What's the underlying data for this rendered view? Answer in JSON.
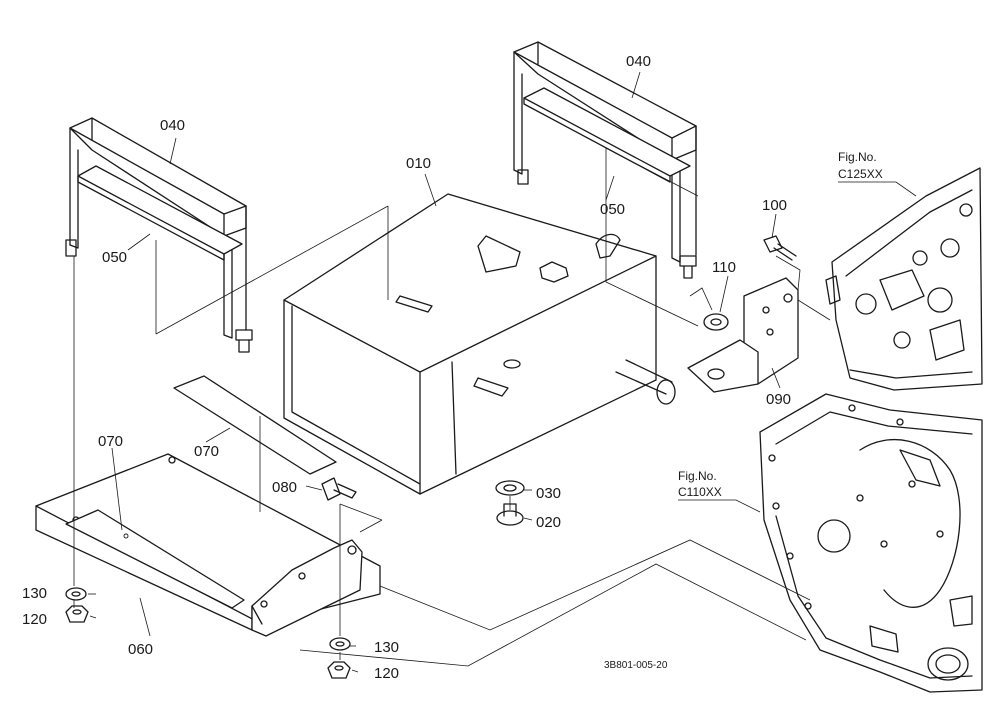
{
  "labels": {
    "p010": "010",
    "p020": "020",
    "p030": "030",
    "p040a": "040",
    "p040b": "040",
    "p050a": "050",
    "p050b": "050",
    "p060": "060",
    "p070a": "070",
    "p070b": "070",
    "p080": "080",
    "p090": "090",
    "p100": "100",
    "p110": "110",
    "p120a": "120",
    "p120b": "120",
    "p130a": "130",
    "p130b": "130"
  },
  "figure_refs": {
    "fig1_line1": "Fig.No.",
    "fig1_line2": "C125XX",
    "fig2_line1": "Fig.No.",
    "fig2_line2": "C110XX"
  },
  "drawing_code": "3B801-005-20"
}
